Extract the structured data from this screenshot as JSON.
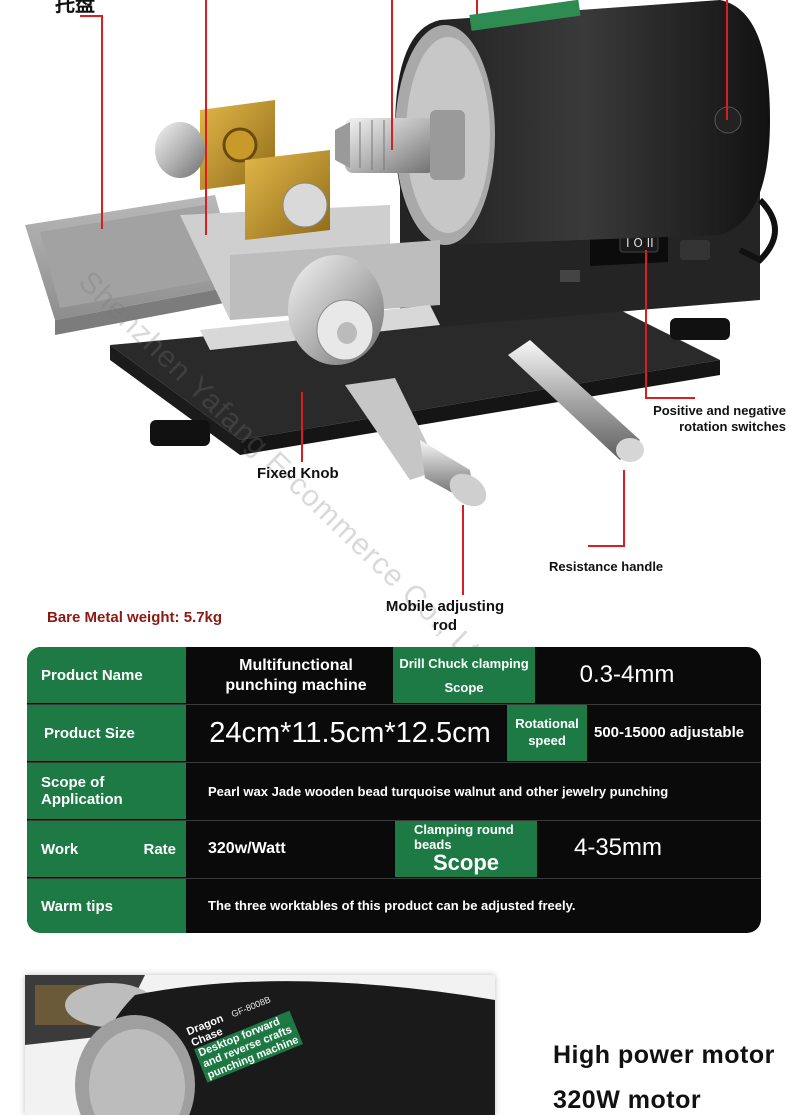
{
  "colors": {
    "accent_red": "#d81e1e",
    "table_green": "#1e7a45",
    "table_black": "#0a0a0a",
    "weight_text": "#8a1a12"
  },
  "callouts": {
    "top_partial": "托盘",
    "switches": "Positive and negative\nrotation switches",
    "fixed_knob": "Fixed Knob",
    "resistance_handle": "Resistance handle",
    "adjusting_rod": "Mobile adjusting\nrod"
  },
  "weight": "Bare Metal weight: 5.7kg",
  "watermark": "Shenzhen Yafang E-commerce Co., Ltd.",
  "spec": {
    "row1": {
      "header": "Product Name",
      "value": "Multifunctional\npunching machine",
      "sub_header_top": "Drill Chuck clamping",
      "sub_header_bottom": "Scope",
      "sub_value": "0.3-4mm"
    },
    "row2": {
      "header": "Product Size",
      "value": "24cm*11.5cm*12.5cm",
      "sub_header": "Rotational\nspeed",
      "sub_value": "500-15000 adjustable"
    },
    "row3": {
      "header": "Scope of\nApplication",
      "value": "Pearl wax Jade wooden bead turquoise walnut and other jewelry punching"
    },
    "row4": {
      "header_left": "Work",
      "header_right": "Rate",
      "value": "320w/Watt",
      "sub_header_top": "Clamping round\nbeads",
      "sub_header_bottom": "Scope",
      "sub_value": "4-35mm"
    },
    "row5": {
      "header": "Warm tips",
      "value": "The three worktables of this product can be adjusted freely."
    }
  },
  "motor": {
    "label_lines": [
      "Dragon",
      "Chase",
      "GF-8008B",
      "Desktop forward",
      "and reverse crafts",
      "punching machine"
    ],
    "headline": "High power motor",
    "subline": "320W motor"
  }
}
